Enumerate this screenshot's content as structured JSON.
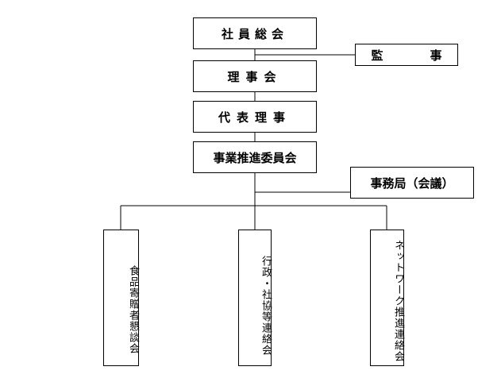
{
  "org_chart": {
    "general_meeting": "社員総会",
    "auditor": "監　事",
    "board": "理事会",
    "representative": "代表理事",
    "promotion_committee": "事業推進委員会",
    "secretariat": "事務局（会議）",
    "food_donation": "食品寄贈者懇談会",
    "admin_council": "行政・社協等連絡会",
    "network_council": "ネットワーク推進連絡会"
  }
}
